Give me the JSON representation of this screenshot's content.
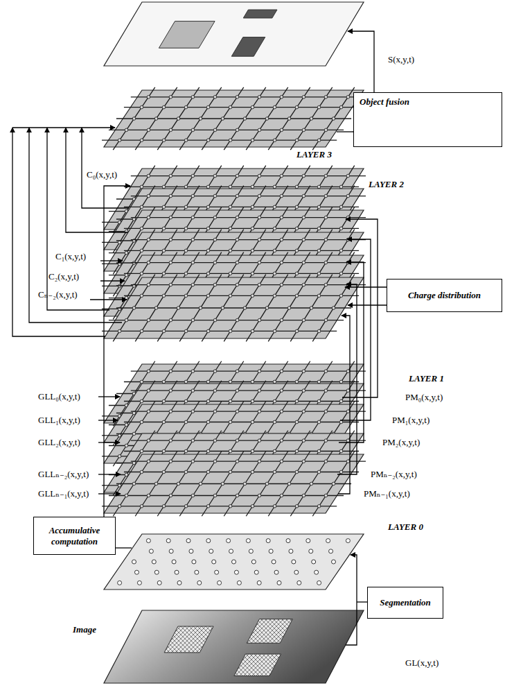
{
  "diagram": {
    "nodes": [
      {
        "text": [
          "Object fusion"
        ]
      },
      {
        "text": [
          "Charge distribution"
        ]
      },
      {
        "text": [
          "Accumulative computation"
        ]
      },
      {
        "text": [
          "Segmentation"
        ]
      }
    ],
    "labels": [
      "S(x,y,t)",
      "LAYER 3",
      "C₀(x,y,t)",
      "LAYER 2",
      "C₁(x,y,t)",
      "C₂(x,y,t)",
      "Cₙ₋₂(x,y,t)",
      "LAYER 1",
      "GLL₀(x,y,t)",
      "GLL₁(x,y,t)",
      "GLL₂(x,y,t)",
      "GLLₙ₋₂(x,y,t)",
      "GLLₙ₋₁(x,y,t)",
      "PM₀(x,y,t)",
      "PM₁(x,y,t)",
      "PM₂(x,y,t)",
      "PMₙ₋₂(x,y,t)",
      "PMₙ₋₁(x,y,t)",
      "LAYER 0",
      "Image",
      "GL(x,y,t)"
    ]
  }
}
